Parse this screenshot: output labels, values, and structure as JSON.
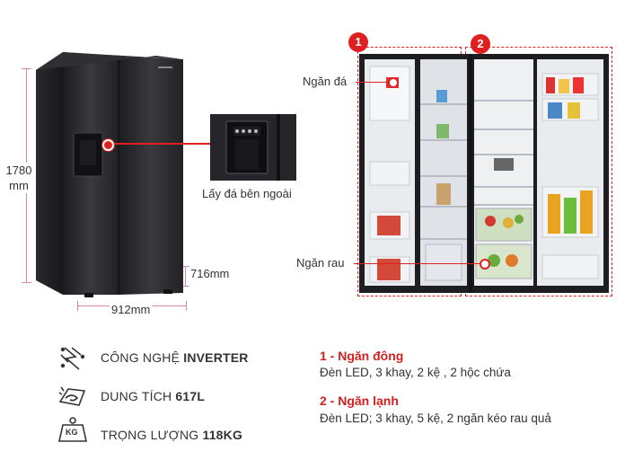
{
  "dimensions": {
    "height": "1780\nmm",
    "height_line1": "1780",
    "height_line2": "mm",
    "depth": "716mm",
    "width": "912mm"
  },
  "callouts": {
    "external_ice": "Lấy đá bên ngoài",
    "ice_compartment": "Ngăn đá",
    "veg_compartment": "Ngăn rau"
  },
  "badges": [
    "1",
    "2"
  ],
  "features": [
    {
      "icon": "inverter-chip-icon",
      "prefix": "CÔNG NGHỆ ",
      "value": "INVERTER"
    },
    {
      "icon": "capacity-icon",
      "prefix": "DUNG TÍCH ",
      "value": "617L"
    },
    {
      "icon": "weight-kg-icon",
      "prefix": "TRỌNG LƯỢNG ",
      "value": "118KG",
      "icon_text": "KG"
    }
  ],
  "specs": [
    {
      "title": "1 - Ngăn đông",
      "desc": "Đèn LED, 3 khay, 2 kệ , 2 hộc chứa"
    },
    {
      "title": "2 - Ngăn lạnh",
      "desc": "Đèn LED; 3 khay, 5 kệ, 2 ngăn kéo rau quả"
    }
  ],
  "colors": {
    "accent": "#e02020",
    "fridge": "#2b2b2e",
    "dim_line": "#d98a9a"
  }
}
